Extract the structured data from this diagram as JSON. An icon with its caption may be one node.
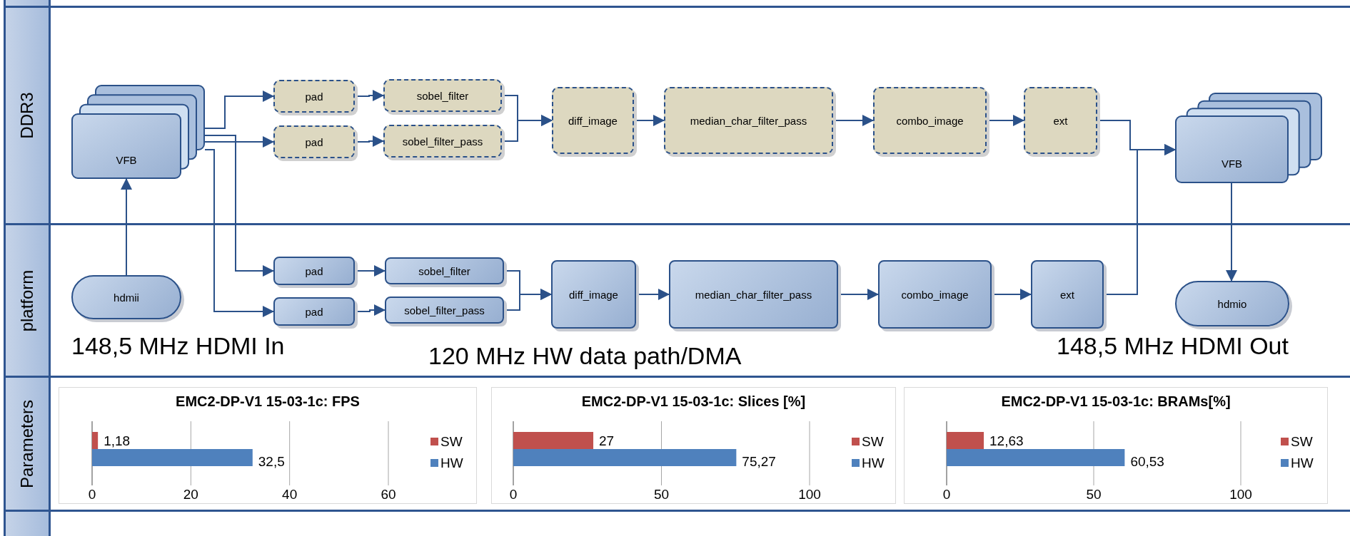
{
  "diagram": {
    "nodes": [
      {
        "text": [
          "DDR3"
        ]
      },
      {
        "text": [
          "VFB"
        ],
        "in": 0
      },
      {
        "text": [
          "pad"
        ],
        "in": 0
      },
      {
        "text": [
          "sobel_filter"
        ],
        "in": 0
      },
      {
        "text": [
          "pad"
        ],
        "in": 0
      },
      {
        "text": [
          "sobel_filter_pass"
        ],
        "in": 0
      },
      {
        "text": [
          "diff_image"
        ],
        "in": 0
      },
      {
        "text": [
          "median_char_filter_pass"
        ],
        "in": 0
      },
      {
        "text": [
          "combo_image"
        ],
        "in": 0
      },
      {
        "text": [
          "ext"
        ],
        "in": 0
      },
      {
        "text": [
          "VFB"
        ],
        "in": 0
      },
      {
        "text": [
          "platform"
        ]
      },
      {
        "text": [
          "hdmii"
        ],
        "in": 11
      },
      {
        "text": [
          "pad"
        ],
        "in": 11
      },
      {
        "text": [
          "sobel_filter"
        ],
        "in": 11
      },
      {
        "text": [
          "pad"
        ],
        "in": 11
      },
      {
        "text": [
          "sobel_filter_pass"
        ],
        "in": 11
      },
      {
        "text": [
          "diff_image"
        ],
        "in": 11
      },
      {
        "text": [
          "median_char_filter_pass"
        ],
        "in": 11
      },
      {
        "text": [
          "combo_image"
        ],
        "in": 11
      },
      {
        "text": [
          "ext"
        ],
        "in": 11
      },
      {
        "text": [
          "hdmio"
        ],
        "in": 11
      },
      {
        "text": [
          "Parameters"
        ]
      }
    ],
    "edges": [
      {
        "from": 12,
        "to": 1,
        "arrow": "to"
      },
      {
        "from": 1,
        "to": 2,
        "arrow": "to"
      },
      {
        "from": 1,
        "to": 4,
        "arrow": "to"
      },
      {
        "from": 1,
        "to": 13,
        "arrow": "to"
      },
      {
        "from": 1,
        "to": 15,
        "arrow": "to"
      },
      {
        "from": 2,
        "to": 3,
        "arrow": "to"
      },
      {
        "from": 4,
        "to": 5,
        "arrow": "to"
      },
      {
        "from": 3,
        "to": 6,
        "arrow": "to"
      },
      {
        "from": 5,
        "to": 6,
        "arrow": "to"
      },
      {
        "from": 6,
        "to": 7,
        "arrow": "to"
      },
      {
        "from": 7,
        "to": 8,
        "arrow": "to"
      },
      {
        "from": 8,
        "to": 9,
        "arrow": "to"
      },
      {
        "from": 9,
        "to": 10,
        "arrow": "to"
      },
      {
        "from": 13,
        "to": 14,
        "arrow": "to"
      },
      {
        "from": 15,
        "to": 16,
        "arrow": "to"
      },
      {
        "from": 14,
        "to": 17,
        "arrow": "to"
      },
      {
        "from": 16,
        "to": 17,
        "arrow": "to"
      },
      {
        "from": 17,
        "to": 18,
        "arrow": "to"
      },
      {
        "from": 18,
        "to": 19,
        "arrow": "to"
      },
      {
        "from": 19,
        "to": 20,
        "arrow": "to"
      },
      {
        "from": 20,
        "to": 10,
        "arrow": "to"
      },
      {
        "from": 10,
        "to": 21,
        "arrow": "to"
      }
    ],
    "labels": [
      "148,5 MHz HDMI In",
      "120 MHz HW data path/DMA",
      "148,5 MHz HDMI Out"
    ],
    "chart_data": [
      {
        "type": "bar",
        "orientation": "horizontal",
        "title": "EMC2-DP-V1 15-03-1c: FPS",
        "categories": [
          null
        ],
        "series": [
          {
            "name": "SW",
            "color": "#c0504d",
            "values": [
              1.18
            ]
          },
          {
            "name": "HW",
            "color": "#4f81bd",
            "values": [
              32.5
            ]
          }
        ],
        "xlim": [
          0,
          60
        ],
        "xticks": [
          0,
          20,
          40,
          60
        ],
        "value_labels": [
          "1,18",
          "32,5"
        ],
        "legend": "right"
      },
      {
        "type": "bar",
        "orientation": "horizontal",
        "title": "EMC2-DP-V1 15-03-1c: Slices [%]",
        "categories": [
          null
        ],
        "series": [
          {
            "name": "SW",
            "color": "#c0504d",
            "values": [
              27
            ]
          },
          {
            "name": "HW",
            "color": "#4f81bd",
            "values": [
              75.27
            ]
          }
        ],
        "xlim": [
          0,
          100
        ],
        "xticks": [
          0,
          50,
          100
        ],
        "value_labels": [
          "27",
          "75,27"
        ],
        "legend": "right"
      },
      {
        "type": "bar",
        "orientation": "horizontal",
        "title": "EMC2-DP-V1 15-03-1c: BRAMs[%]",
        "categories": [
          null
        ],
        "series": [
          {
            "name": "SW",
            "color": "#c0504d",
            "values": [
              12.63
            ]
          },
          {
            "name": "HW",
            "color": "#4f81bd",
            "values": [
              60.53
            ]
          }
        ],
        "xlim": [
          0,
          100
        ],
        "xticks": [
          0,
          50,
          100
        ],
        "value_labels": [
          "12,63",
          "60,53"
        ],
        "legend": "right"
      }
    ]
  }
}
